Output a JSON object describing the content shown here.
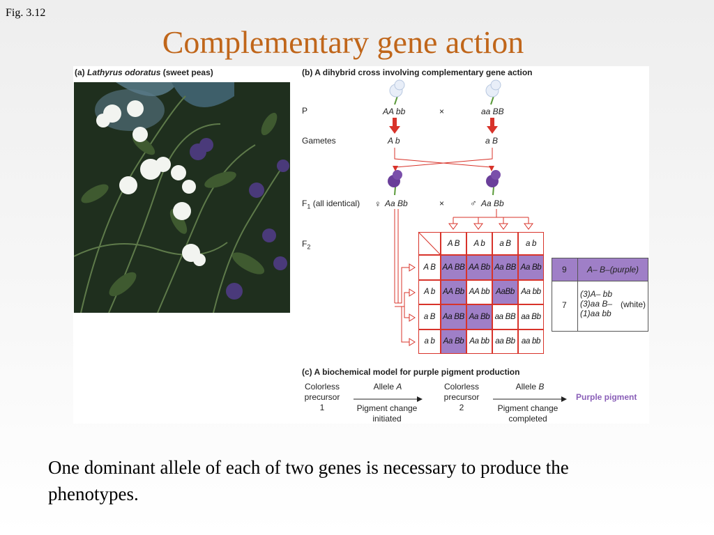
{
  "slide": {
    "fig_label": "Fig. 3.12",
    "title": "Complementary gene action",
    "caption": "One dominant allele of each of two genes is necessary to produce the phenotypes."
  },
  "panel_a": {
    "label": "(a)",
    "species": "Lathyrus odoratus",
    "common": "(sweet peas)"
  },
  "panel_b": {
    "title": "(b)  A dihybrid cross involving complementary gene action",
    "rows": {
      "p": "P",
      "gametes": "Gametes",
      "f1": "F",
      "f1_sub": "1",
      "f1_note": "(all identical)",
      "f2": "F",
      "f2_sub": "2"
    },
    "parents": {
      "left": "AA bb",
      "cross": "×",
      "right": "aa BB"
    },
    "gametes": {
      "left": "A b",
      "right": "a B"
    },
    "f1": {
      "female": "♀",
      "left": "Aa Bb",
      "cross": "×",
      "male": "♂",
      "right": "Aa Bb"
    },
    "punnett": {
      "col_headers": [
        "A B",
        "A b",
        "a B",
        "a b"
      ],
      "row_headers": [
        "A B",
        "A b",
        "a B",
        "a b"
      ],
      "cells": [
        [
          "AA BB",
          "AA Bb",
          "Aa BB",
          "Aa Bb"
        ],
        [
          "AA Bb",
          "AA bb",
          "AaBb",
          "Aa bb"
        ],
        [
          "Aa BB",
          "Aa Bb",
          "aa BB",
          "aa Bb"
        ],
        [
          "Aa Bb",
          "Aa bb",
          "aa Bb",
          "aa bb"
        ]
      ],
      "purple": [
        [
          true,
          true,
          true,
          true
        ],
        [
          true,
          false,
          true,
          false
        ],
        [
          true,
          true,
          false,
          false
        ],
        [
          true,
          false,
          false,
          false
        ]
      ]
    },
    "ratio": {
      "purple_count": "9",
      "purple_label": "A– B–(purple)",
      "white_count": "7",
      "white_lines": [
        "(3)A– bb",
        "(3)aa B–",
        "(1)aa bb"
      ],
      "white_label": "(white)"
    }
  },
  "panel_c": {
    "title": "(c)  A biochemical model for purple pigment production",
    "precursor1": [
      "Colorless",
      "precursor",
      "1"
    ],
    "step1_top": "Allele A",
    "step1_bottom": [
      "Pigment change",
      "initiated"
    ],
    "precursor2": [
      "Colorless",
      "precursor",
      "2"
    ],
    "step2_top": "Allele B",
    "step2_bottom": [
      "Pigment change",
      "completed"
    ],
    "product": "Purple pigment"
  },
  "colors": {
    "title": "#c0661a",
    "purple_cell": "#9f7fc7",
    "arrow_red": "#d8332a",
    "product_text": "#8a5fb8"
  }
}
